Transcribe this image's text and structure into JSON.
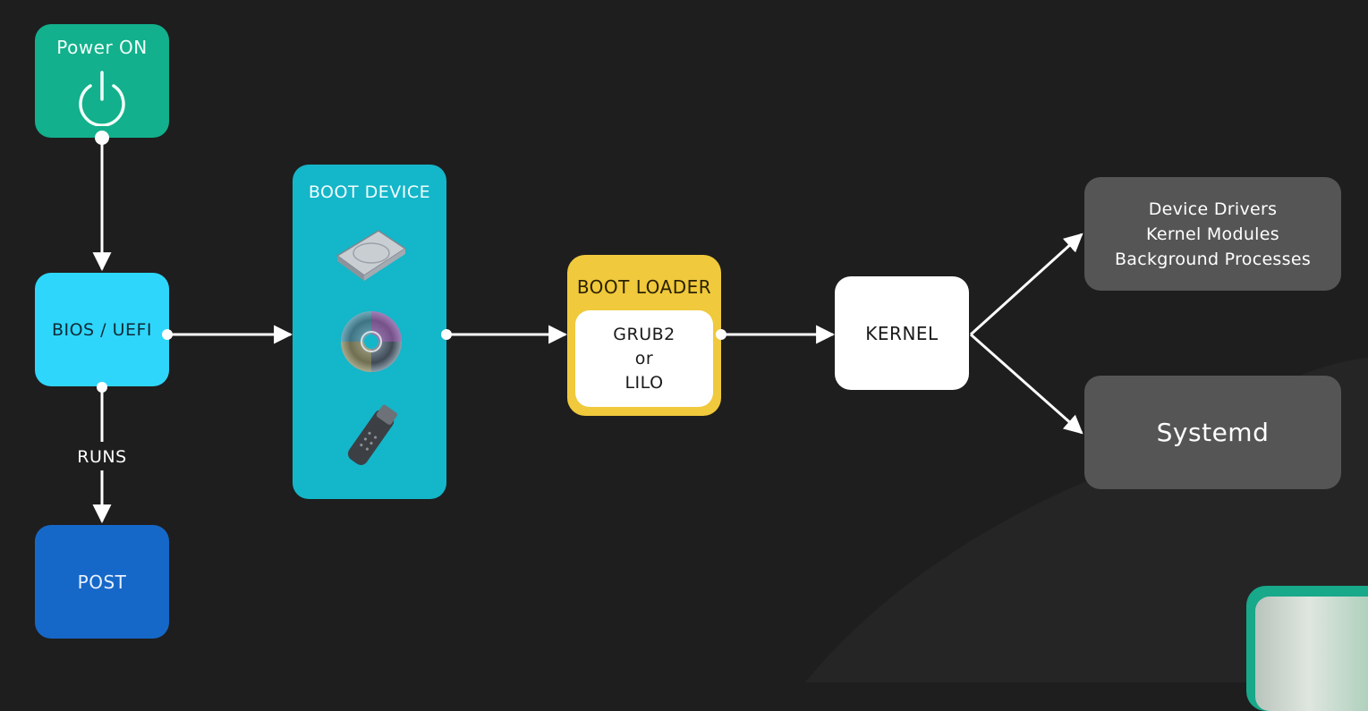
{
  "power": {
    "label": "Power ON",
    "icon": "power-icon"
  },
  "bios": {
    "label": "BIOS / UEFI"
  },
  "runs_label": "RUNS",
  "post": {
    "label": "POST"
  },
  "boot_device": {
    "label": "BOOT DEVICE",
    "icons": [
      "hard-disk-icon",
      "optical-disc-icon",
      "usb-drive-icon"
    ]
  },
  "boot_loader": {
    "label": "BOOT LOADER",
    "options": [
      "GRUB2",
      "or",
      "LILO"
    ]
  },
  "kernel": {
    "label": "KERNEL"
  },
  "outputs": {
    "drivers_lines": [
      "Device Drivers",
      "Kernel Modules",
      "Background Processes"
    ],
    "systemd": "Systemd"
  },
  "colors": {
    "background": "#1e1e1e",
    "power": "#12b08c",
    "bios": "#2fd6fb",
    "post": "#1668c8",
    "boot_device": "#14b6c9",
    "boot_loader": "#f0c93c",
    "kernel": "#ffffff",
    "output": "#555555"
  }
}
